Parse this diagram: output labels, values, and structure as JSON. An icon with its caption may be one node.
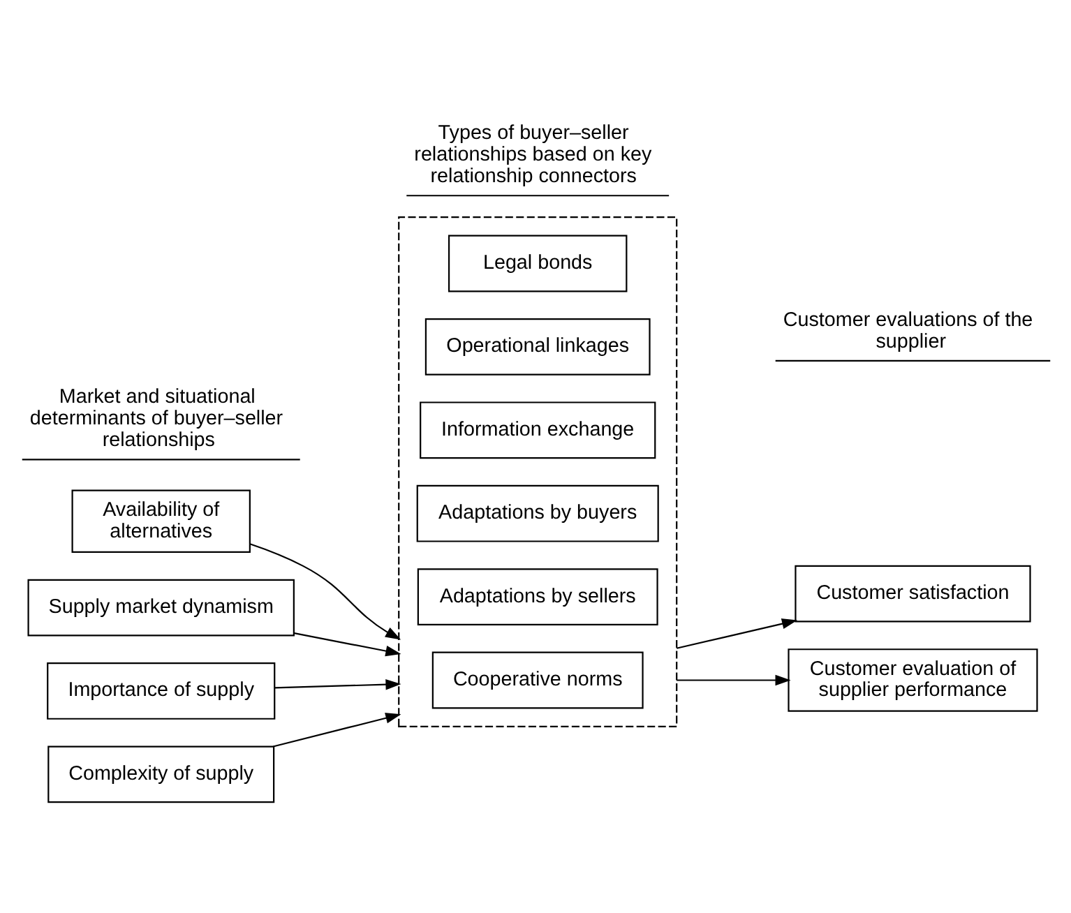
{
  "diagram": {
    "nodes": [
      {
        "text": [
          "Availability of alternatives"
        ]
      },
      {
        "text": [
          "Supply market dynamism"
        ]
      },
      {
        "text": [
          "Importance of supply"
        ]
      },
      {
        "text": [
          "Complexity of supply"
        ]
      },
      {
        "text": [],
        "shape": "box"
      },
      {
        "text": [
          "Information exchange"
        ],
        "in": 4
      },
      {
        "text": [
          "Operational linkages"
        ],
        "in": 4
      },
      {
        "text": [
          "Legal bonds"
        ],
        "in": 4
      },
      {
        "text": [
          "Cooperative norms"
        ],
        "in": 4
      },
      {
        "text": [
          "Adaptations by sellers"
        ],
        "in": 4
      },
      {
        "text": [
          "Adaptations by buyers"
        ],
        "in": 4
      },
      {
        "text": [
          "Customer satisfaction"
        ]
      },
      {
        "text": [
          "Customer evaluation of supplier performance"
        ]
      }
    ],
    "edges": [
      {
        "from": 0,
        "to": 4,
        "arrow": "to"
      },
      {
        "from": 1,
        "to": 4,
        "arrow": "to"
      },
      {
        "from": 2,
        "to": 4,
        "arrow": "to"
      },
      {
        "from": 3,
        "to": 4,
        "arrow": "to"
      },
      {
        "from": 4,
        "to": 11,
        "arrow": "to"
      },
      {
        "from": 4,
        "to": 12,
        "arrow": "to"
      }
    ],
    "labels": [
      "Market and situational determinants of buyer–seller relationships",
      "Types of buyer–seller relationships based on key relationship connectors",
      "Customer evaluations of the supplier"
    ]
  }
}
